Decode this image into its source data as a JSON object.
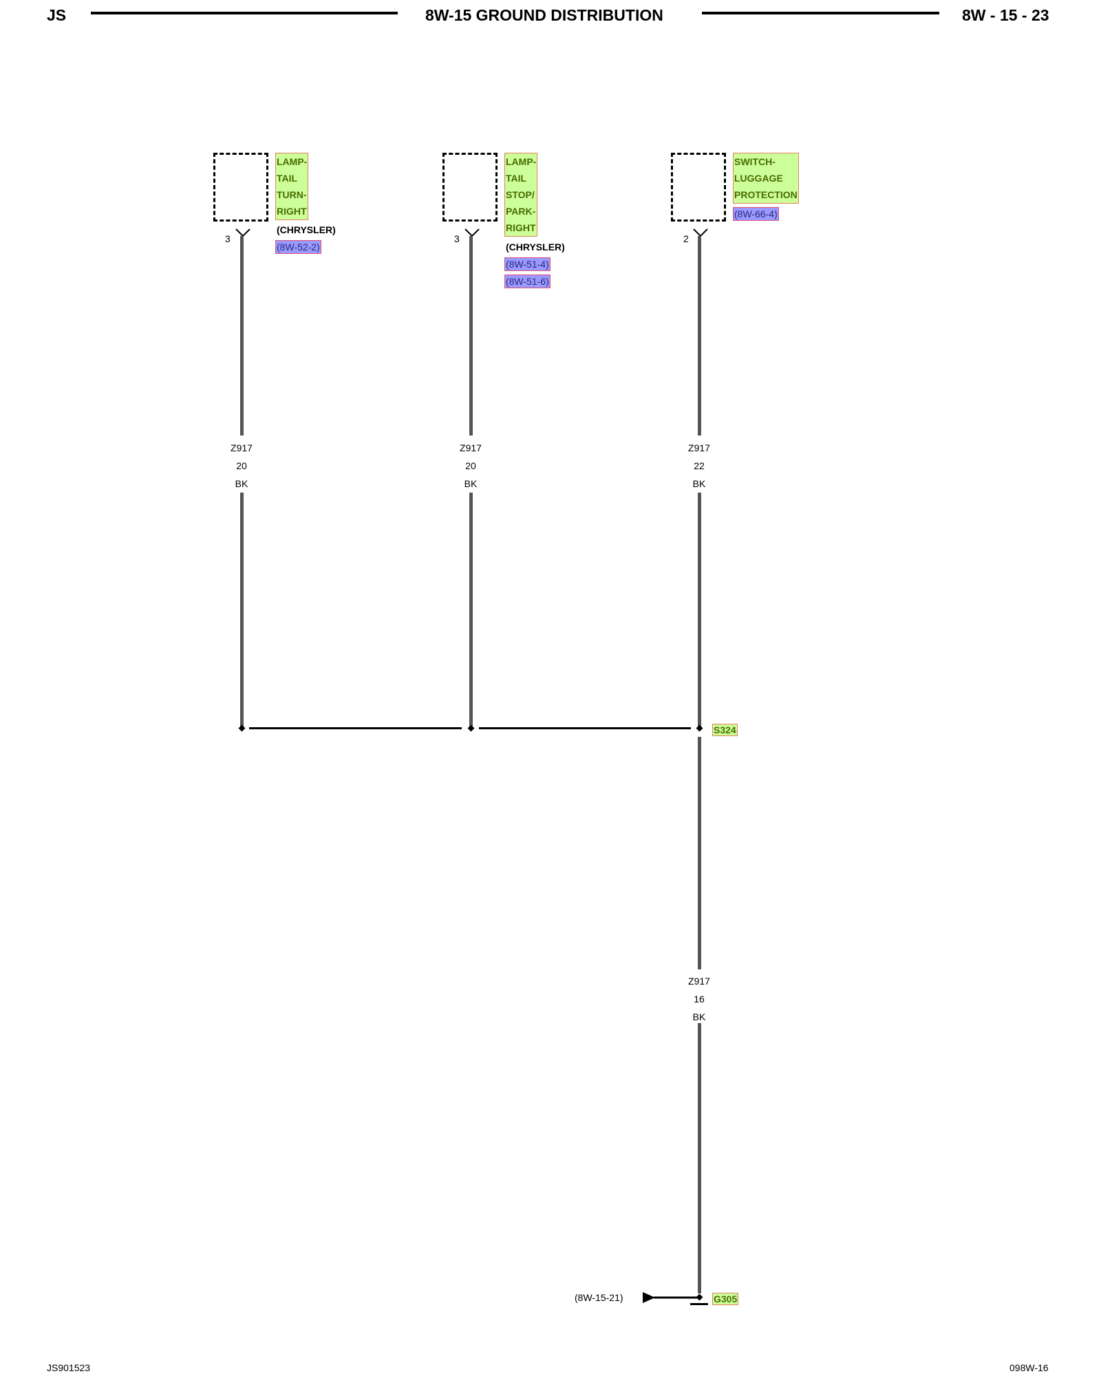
{
  "header": {
    "left": "JS",
    "title": "8W-15 GROUND DISTRIBUTION",
    "right": "8W - 15 - 23"
  },
  "connectors": [
    {
      "name_lines": [
        "LAMP-",
        "TAIL",
        "TURN-",
        "RIGHT"
      ],
      "note": "(CHRYSLER)",
      "refs": [
        "(8W-52-2)"
      ],
      "pin": "3",
      "wire": {
        "circuit": "Z917",
        "gauge": "20",
        "color": "BK"
      }
    },
    {
      "name_lines": [
        "LAMP-",
        "TAIL",
        "STOP/",
        "PARK-",
        "RIGHT"
      ],
      "note": "(CHRYSLER)",
      "refs": [
        "(8W-51-4)",
        "(8W-51-6)"
      ],
      "pin": "3",
      "wire": {
        "circuit": "Z917",
        "gauge": "20",
        "color": "BK"
      }
    },
    {
      "name_lines": [
        "SWITCH-",
        "LUGGAGE",
        "PROTECTION"
      ],
      "note": "",
      "refs": [
        "(8W-66-4)"
      ],
      "pin": "2",
      "wire": {
        "circuit": "Z917",
        "gauge": "22",
        "color": "BK"
      }
    }
  ],
  "splice": {
    "id": "S324"
  },
  "main_wire": {
    "circuit": "Z917",
    "gauge": "16",
    "color": "BK"
  },
  "ground": {
    "id": "G305",
    "ref": "(8W-15-21)"
  },
  "footer": {
    "left": "JS901523",
    "right": "098W-16"
  }
}
